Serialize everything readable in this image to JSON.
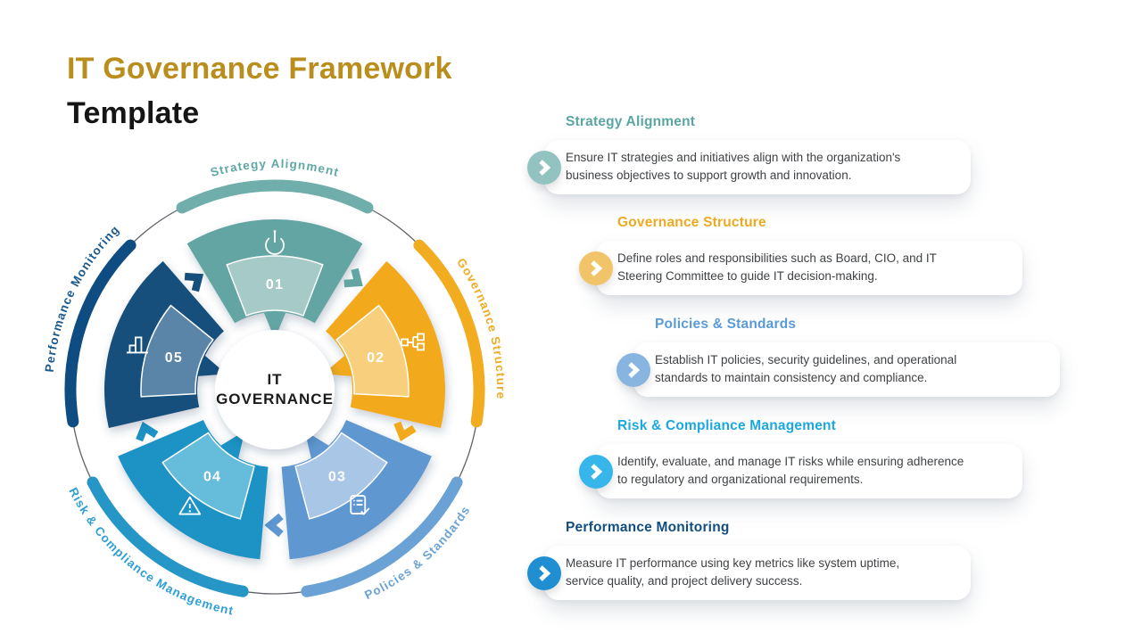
{
  "title": {
    "line1": "IT Governance Framework",
    "line2": "Template"
  },
  "wheel": {
    "center": {
      "line1": "IT",
      "line2": "GOVERNANCE"
    },
    "ring_color": "#5f6368",
    "segments": [
      {
        "number": "01",
        "label": "Strategy Alignment",
        "icon": "target-icon",
        "color": "#63A5A2",
        "light_color": "#A6CAC7",
        "arc_color": "#6FAEAB",
        "label_color": "#5FA8A5"
      },
      {
        "number": "02",
        "label": "Governance Structure",
        "icon": "hierarchy-icon",
        "color": "#F2A91C",
        "light_color": "#F8CF7D",
        "arc_color": "#F2AC1F",
        "label_color": "#EFAC26"
      },
      {
        "number": "03",
        "label": "Policies & Standards",
        "icon": "checklist-icon",
        "color": "#5E97D0",
        "light_color": "#A9C6E7",
        "arc_color": "#6BA2D6",
        "label_color": "#6BA2D6"
      },
      {
        "number": "04",
        "label": "Risk & Compliance Management",
        "icon": "warning-icon",
        "color": "#1D93C4",
        "light_color": "#66BCDB",
        "arc_color": "#2696C7",
        "label_color": "#2E9FD4"
      },
      {
        "number": "05",
        "label": "Performance Monitoring",
        "icon": "bars-icon",
        "color": "#174F7C",
        "light_color": "#5A84A8",
        "arc_color": "#0F4C81",
        "label_color": "#1C5A8C"
      }
    ]
  },
  "panel": {
    "items": [
      {
        "heading": "Strategy Alignment",
        "accent": "#59A5A3",
        "circle_color": "#92C3C1",
        "body": "Ensure IT strategies and initiatives align with the organization's\nbusiness objectives to support growth and innovation."
      },
      {
        "heading": "Governance Structure",
        "accent": "#EDAA21",
        "circle_color": "#F1C469",
        "body": "Define roles and responsibilities such as Board, CIO, and IT\nSteering Committee to guide IT decision-making."
      },
      {
        "heading": "Policies & Standards",
        "accent": "#5B9BD5",
        "circle_color": "#87B5E0",
        "body": "Establish IT policies, security guidelines, and operational\nstandards to maintain consistency and compliance."
      },
      {
        "heading": "Risk & Compliance Management",
        "accent": "#1BA8E0",
        "circle_color": "#36B6EA",
        "body": "Identify, evaluate, and manage IT risks while ensuring adherence\nto regulatory and organizational requirements."
      },
      {
        "heading": "Performance Monitoring",
        "accent": "#134F7E",
        "circle_color": "#1F8FD2",
        "body": "Measure IT performance using key metrics like system uptime,\nservice quality, and project delivery success."
      }
    ]
  }
}
